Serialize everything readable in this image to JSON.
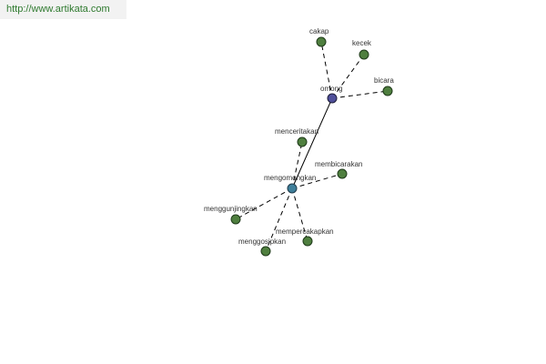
{
  "watermark": {
    "url": "http://www.artikata.com"
  },
  "graph": {
    "nodes": {
      "root": "omong",
      "cakap": "cakap",
      "kecek": "kecek",
      "bicara": "bicara",
      "menceritakan": "menceritakan",
      "membicarakan": "membicarakan",
      "mengomongkan": "mengomongkan",
      "menggunjingkan": "menggunjingkan",
      "mempercakapkan": "mempercakapkan",
      "menggosipkan": "menggosipkan"
    },
    "edges": [
      [
        "omong",
        "cakap",
        "dashed"
      ],
      [
        "omong",
        "kecek",
        "dashed"
      ],
      [
        "omong",
        "bicara",
        "dashed"
      ],
      [
        "omong",
        "mengomongkan",
        "solid"
      ],
      [
        "mengomongkan",
        "menceritakan",
        "dashed"
      ],
      [
        "mengomongkan",
        "membicarakan",
        "dashed"
      ],
      [
        "mengomongkan",
        "menggunjingkan",
        "dashed"
      ],
      [
        "mengomongkan",
        "mempercakapkan",
        "dashed"
      ],
      [
        "mengomongkan",
        "menggosipkan",
        "dashed"
      ]
    ],
    "colors": {
      "leaf": "#4f7f3f",
      "root": "#4f4f9a",
      "mid": "#3f7f9a"
    }
  }
}
